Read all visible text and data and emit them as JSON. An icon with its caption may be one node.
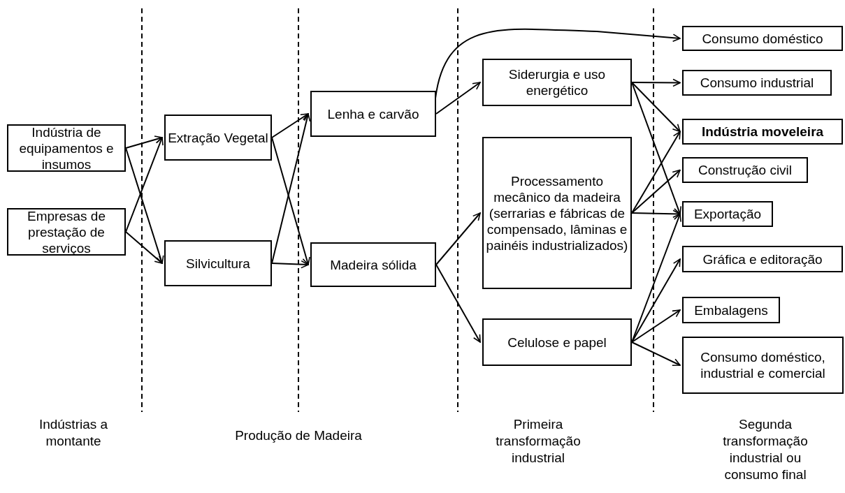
{
  "diagram": {
    "nodes": [
      {
        "text": [
          "Indústria de equipamentos e insumos"
        ]
      },
      {
        "text": [
          "Empresas de prestação de serviços"
        ]
      },
      {
        "text": [
          "Extração Vegetal"
        ]
      },
      {
        "text": [
          "Silvicultura"
        ]
      },
      {
        "text": [
          "Lenha e carvão"
        ]
      },
      {
        "text": [
          "Madeira sólida"
        ]
      },
      {
        "text": [
          "Siderurgia e uso energético"
        ]
      },
      {
        "text": [
          "Processamento mecânico da madeira (serrarias e fábricas de compensado, lâminas e painéis industrializados)"
        ]
      },
      {
        "text": [
          "Celulose e papel"
        ]
      },
      {
        "text": [
          "Consumo doméstico"
        ]
      },
      {
        "text": [
          "Consumo industrial"
        ]
      },
      {
        "text": [
          "**Indústria moveleira**"
        ]
      },
      {
        "text": [
          "Construção civil"
        ]
      },
      {
        "text": [
          "Exportação"
        ]
      },
      {
        "text": [
          "Gráfica e editoração"
        ]
      },
      {
        "text": [
          "Embalagens"
        ]
      },
      {
        "text": [
          "Consumo doméstico, industrial e comercial"
        ]
      }
    ],
    "edges": [
      {
        "from": 0,
        "to": 2,
        "arrow": "to"
      },
      {
        "from": 0,
        "to": 3,
        "arrow": "to"
      },
      {
        "from": 1,
        "to": 2,
        "arrow": "to"
      },
      {
        "from": 1,
        "to": 3,
        "arrow": "to"
      },
      {
        "from": 2,
        "to": 4,
        "arrow": "to"
      },
      {
        "from": 2,
        "to": 5,
        "arrow": "to"
      },
      {
        "from": 3,
        "to": 4,
        "arrow": "to"
      },
      {
        "from": 3,
        "to": 5,
        "arrow": "to"
      },
      {
        "from": 4,
        "to": 6,
        "arrow": "to"
      },
      {
        "from": 4,
        "to": 9,
        "arrow": "to"
      },
      {
        "from": 5,
        "to": 7,
        "arrow": "to"
      },
      {
        "from": 5,
        "to": 8,
        "arrow": "to"
      },
      {
        "from": 6,
        "to": 10,
        "arrow": "to"
      },
      {
        "from": 6,
        "to": 11,
        "arrow": "to"
      },
      {
        "from": 6,
        "to": 13,
        "arrow": "to"
      },
      {
        "from": 7,
        "to": 11,
        "arrow": "to"
      },
      {
        "from": 7,
        "to": 12,
        "arrow": "to"
      },
      {
        "from": 7,
        "to": 13,
        "arrow": "to"
      },
      {
        "from": 8,
        "to": 13,
        "arrow": "to"
      },
      {
        "from": 8,
        "to": 14,
        "arrow": "to"
      },
      {
        "from": 8,
        "to": 15,
        "arrow": "to"
      },
      {
        "from": 8,
        "to": 16,
        "arrow": "to"
      }
    ],
    "labels": [
      "Indústrias a montante",
      "Produção de Madeira",
      "Primeira transformação industrial",
      "Segunda transformação industrial ou consumo final"
    ]
  }
}
